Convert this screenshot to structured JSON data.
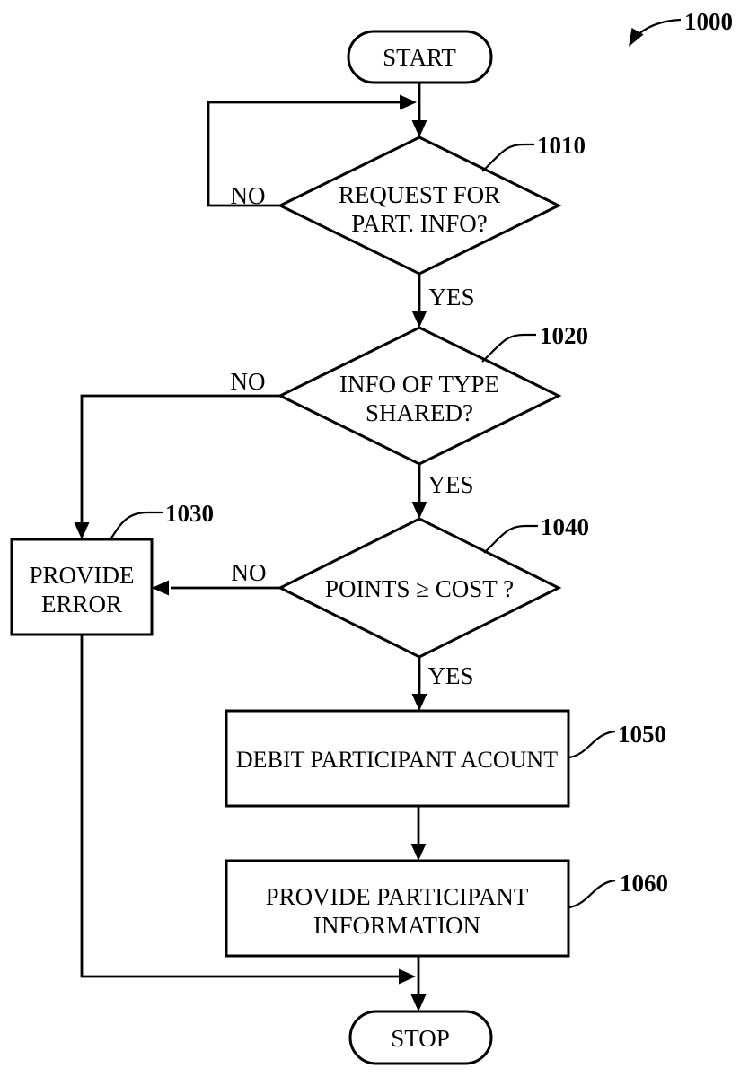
{
  "figure": {
    "ref": "1000",
    "background": "#ffffff",
    "line_color": "#000000"
  },
  "nodes": {
    "start": {
      "label": "START"
    },
    "request_info_decision": {
      "ref": "1010",
      "text_line1": "REQUEST FOR",
      "text_line2": "PART. INFO?"
    },
    "info_type_decision": {
      "ref": "1020",
      "text_line1": "INFO OF TYPE",
      "text_line2": "SHARED?"
    },
    "provide_error_process": {
      "ref": "1030",
      "text_line1": "PROVIDE",
      "text_line2": "ERROR"
    },
    "points_cost_decision": {
      "ref": "1040",
      "text": "POINTS ≥ COST ?"
    },
    "debit_account_process": {
      "ref": "1050",
      "text": "DEBIT PARTICIPANT ACOUNT"
    },
    "provide_info_process": {
      "ref": "1060",
      "text_line1": "PROVIDE PARTICIPANT",
      "text_line2": "INFORMATION"
    },
    "stop": {
      "label": "STOP"
    }
  },
  "edge_labels": {
    "request_info_no": "NO",
    "request_info_yes": "YES",
    "info_type_no": "NO",
    "info_type_yes": "YES",
    "points_cost_no": "NO",
    "points_cost_yes": "YES"
  }
}
